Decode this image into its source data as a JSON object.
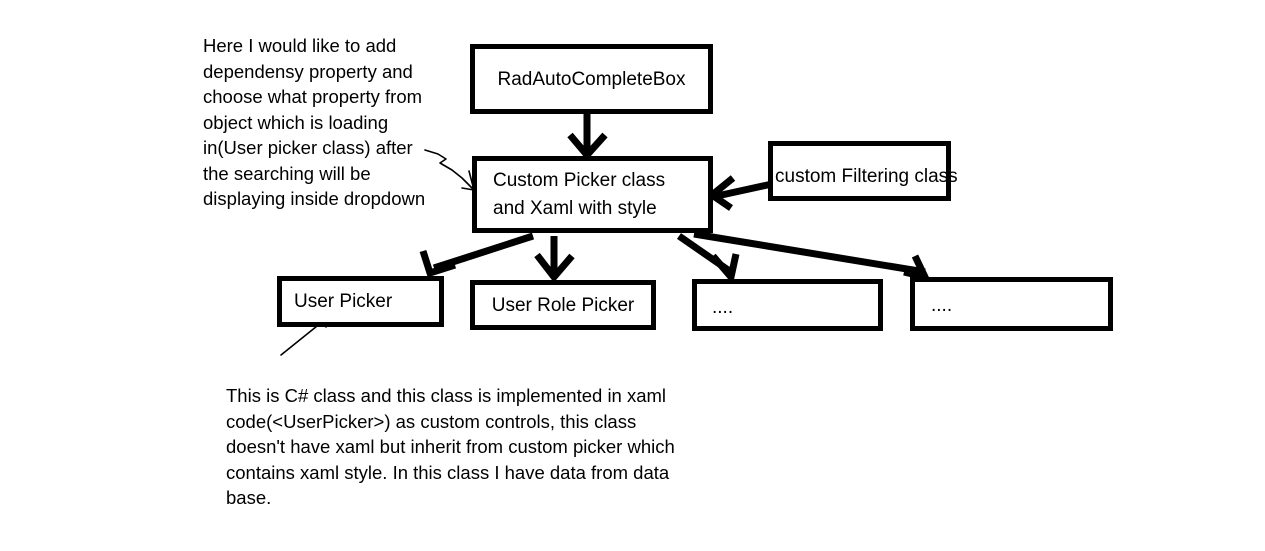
{
  "diagram": {
    "title_note": "Here I would like to add dependensy property and choose what property from object which is loading in(User picker class) after the searching will be displaying inside dropdown",
    "bottom_note": "This is C# class and this class is implemented in xaml code(<UserPicker>) as custom controls, this class doesn't have xaml but inherit from custom picker which contains xaml style. In this class I have data from data base.",
    "nodes": {
      "rad_auto_complete_box": "RadAutoCompleteBox",
      "custom_picker": "Custom Picker class\nand Xaml with style",
      "custom_filtering": "custom Filtering class",
      "user_picker": "User Picker",
      "user_role_picker": "User Role Picker",
      "dots_1": "....",
      "dots_2": "...."
    },
    "colors": {
      "stroke": "#000000",
      "background": "#ffffff",
      "text": "#000000"
    }
  }
}
